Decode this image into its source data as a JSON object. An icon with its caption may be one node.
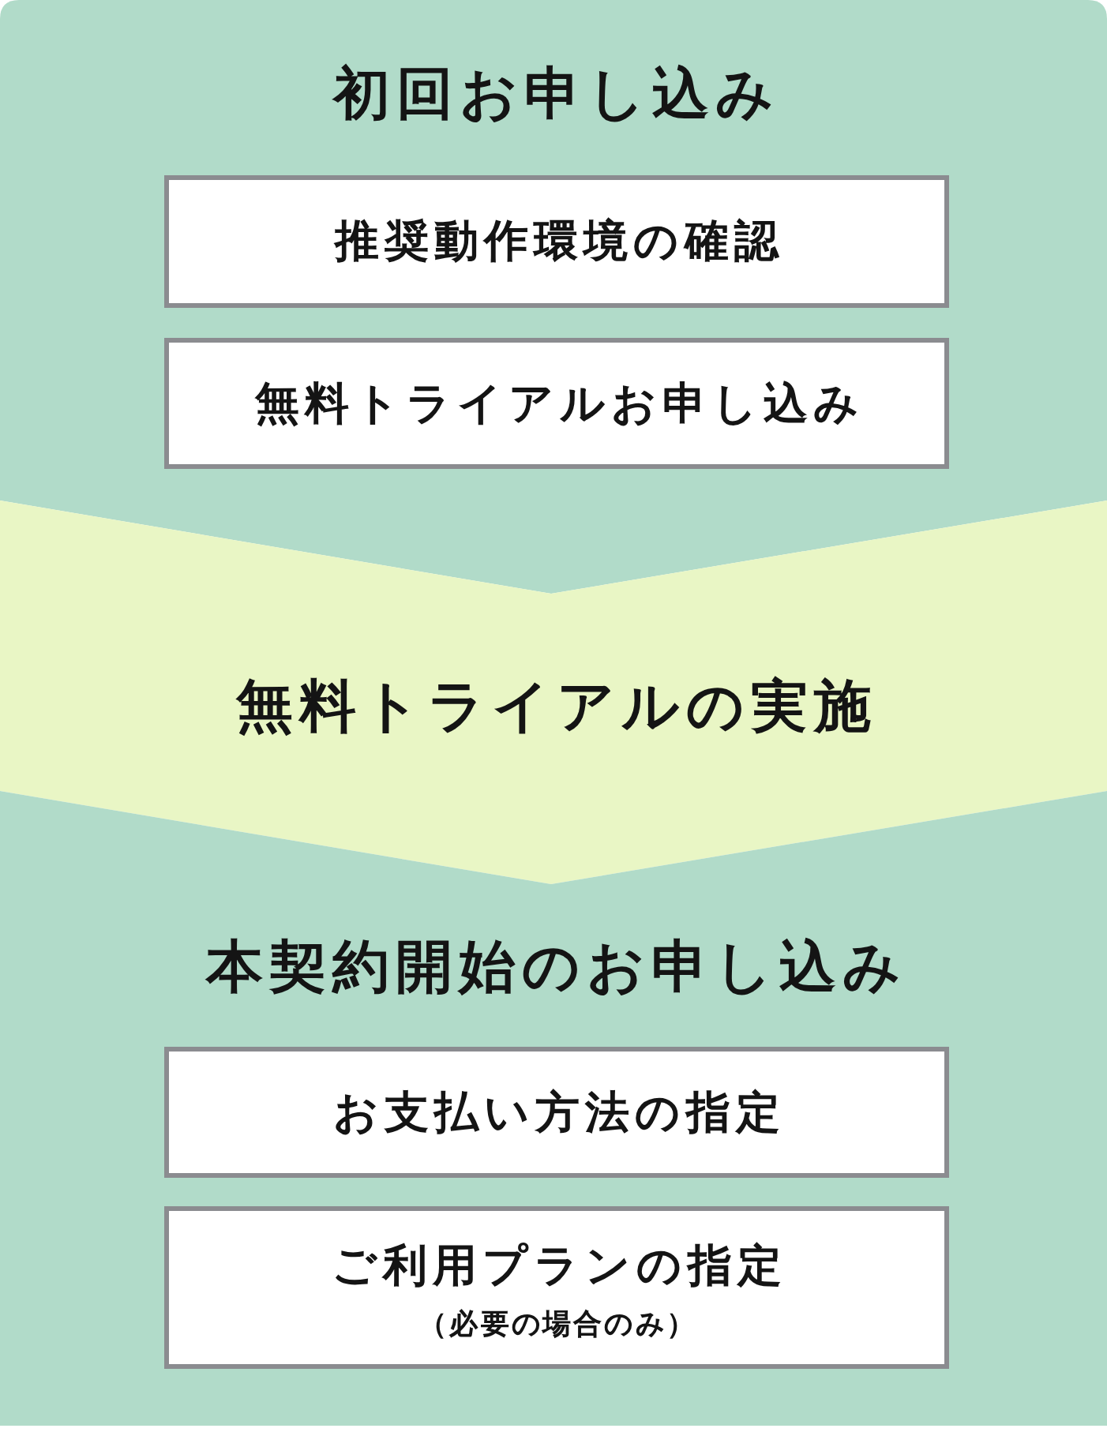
{
  "diagram": {
    "nodes": [
      {
        "text": [
          "初回お申し込み"
        ]
      },
      {
        "text": [
          "推奨動作環境の確認"
        ],
        "in": 0
      },
      {
        "text": [
          "無料トライアルお申し込み"
        ],
        "in": 0
      },
      {
        "text": [
          "無料トライアルの実施"
        ]
      },
      {
        "text": [
          "本契約開始のお申し込み"
        ]
      },
      {
        "text": [
          "お支払い方法の指定"
        ],
        "in": 4
      },
      {
        "text": [
          "ご利用プランの指定",
          "（必要の場合のみ）"
        ],
        "in": 4
      }
    ]
  }
}
